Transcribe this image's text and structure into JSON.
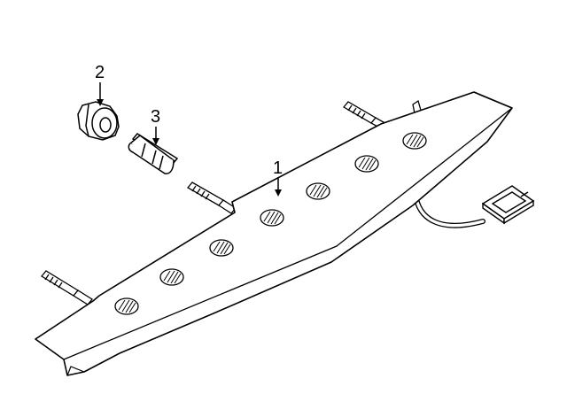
{
  "callouts": [
    {
      "id": "1",
      "label": "1"
    },
    {
      "id": "2",
      "label": "2"
    },
    {
      "id": "3",
      "label": "3"
    }
  ],
  "colors": {
    "stroke": "#000000",
    "part_fill": "#ffffff"
  }
}
